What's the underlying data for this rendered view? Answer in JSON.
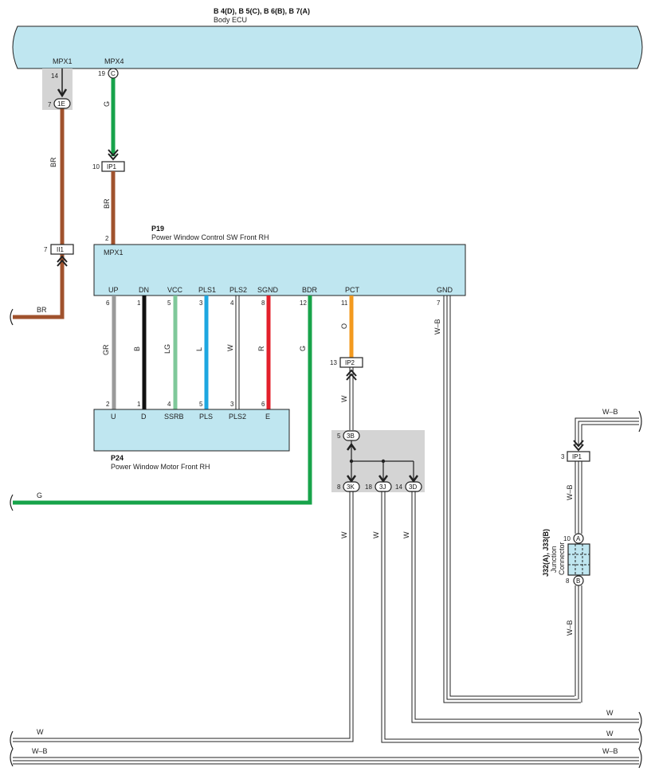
{
  "components": {
    "body_ecu": {
      "part_codes": "B 4(D), B 5(C), B 6(B), B 7(A)",
      "name": "Body ECU",
      "terminals": [
        "MPX1",
        "MPX4"
      ]
    },
    "p19": {
      "code": "P19",
      "name": "Power Window Control SW Front RH",
      "terminals": [
        "MPX1",
        "UP",
        "DN",
        "VCC",
        "PLS1",
        "PLS2",
        "SGND",
        "BDR",
        "PCT",
        "GND"
      ]
    },
    "p24": {
      "code": "P24",
      "name": "Power Window Motor Front RH",
      "terminals": [
        "U",
        "D",
        "SSRB",
        "PLS",
        "PLS2",
        "E"
      ]
    },
    "junction": {
      "code": "J32(A), J33(B)",
      "line1": "Junction",
      "line2": "Connector",
      "side_a": "A",
      "side_b": "B",
      "pin_a": "10",
      "pin_b": "8"
    }
  },
  "connectors": {
    "c_ecu": {
      "label": "C",
      "pin": "19"
    },
    "e1": {
      "label": "1E",
      "pin": "7",
      "top_pin": "14"
    },
    "ip1_top": {
      "label": "IP1",
      "pin": "10"
    },
    "ii1": {
      "label": "II1",
      "pin": "7"
    },
    "ip2": {
      "label": "IP2",
      "pin": "13"
    },
    "b3": {
      "label": "3B",
      "pin": "5"
    },
    "k3": {
      "label": "3K",
      "pin": "8"
    },
    "j3": {
      "label": "3J",
      "pin": "18"
    },
    "d3": {
      "label": "3D",
      "pin": "14"
    },
    "ip1_right": {
      "label": "IP1",
      "pin": "3"
    }
  },
  "pins": {
    "p19_mpx1": "2",
    "p19_bottom": [
      "6",
      "1",
      "5",
      "3",
      "4",
      "8",
      "12",
      "11",
      "7"
    ],
    "p24_top": [
      "2",
      "1",
      "4",
      "5",
      "3",
      "6"
    ]
  },
  "wire_colors": {
    "gr": "GR",
    "b": "B",
    "lg": "LG",
    "l": "L",
    "w": "W",
    "r": "R",
    "g": "G",
    "o": "O",
    "br": "BR",
    "wb": "W–B"
  },
  "colors": {
    "ecu_fill": "#bfe6f0",
    "brown": "#a0522d",
    "green": "#17a34a",
    "gray": "#9a9a9a",
    "black": "#111111",
    "lightgreen": "#7fc89a",
    "blue": "#1ea7e1",
    "red": "#e3202b",
    "orange": "#f39a1e",
    "shade": "#d4d4d4"
  }
}
